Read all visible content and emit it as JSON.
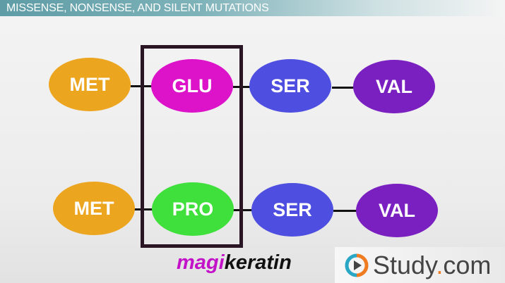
{
  "header": {
    "title": "MISSENSE, NONSENSE, AND SILENT MUTATIONS"
  },
  "row1": [
    "MET",
    "GLU",
    "SER",
    "VAL"
  ],
  "row2": [
    "MET",
    "PRO",
    "SER",
    "VAL"
  ],
  "colors": {
    "MET": "#eca51f",
    "GLU": "#dc13c9",
    "PRO": "#3fe03c",
    "SER": "#4e4ee0",
    "VAL": "#7a1fc0"
  },
  "watermark": {
    "part1": "magi",
    "part2": "keratin"
  },
  "brand": {
    "name": "Study",
    "dot": ".",
    "tld": "com"
  }
}
